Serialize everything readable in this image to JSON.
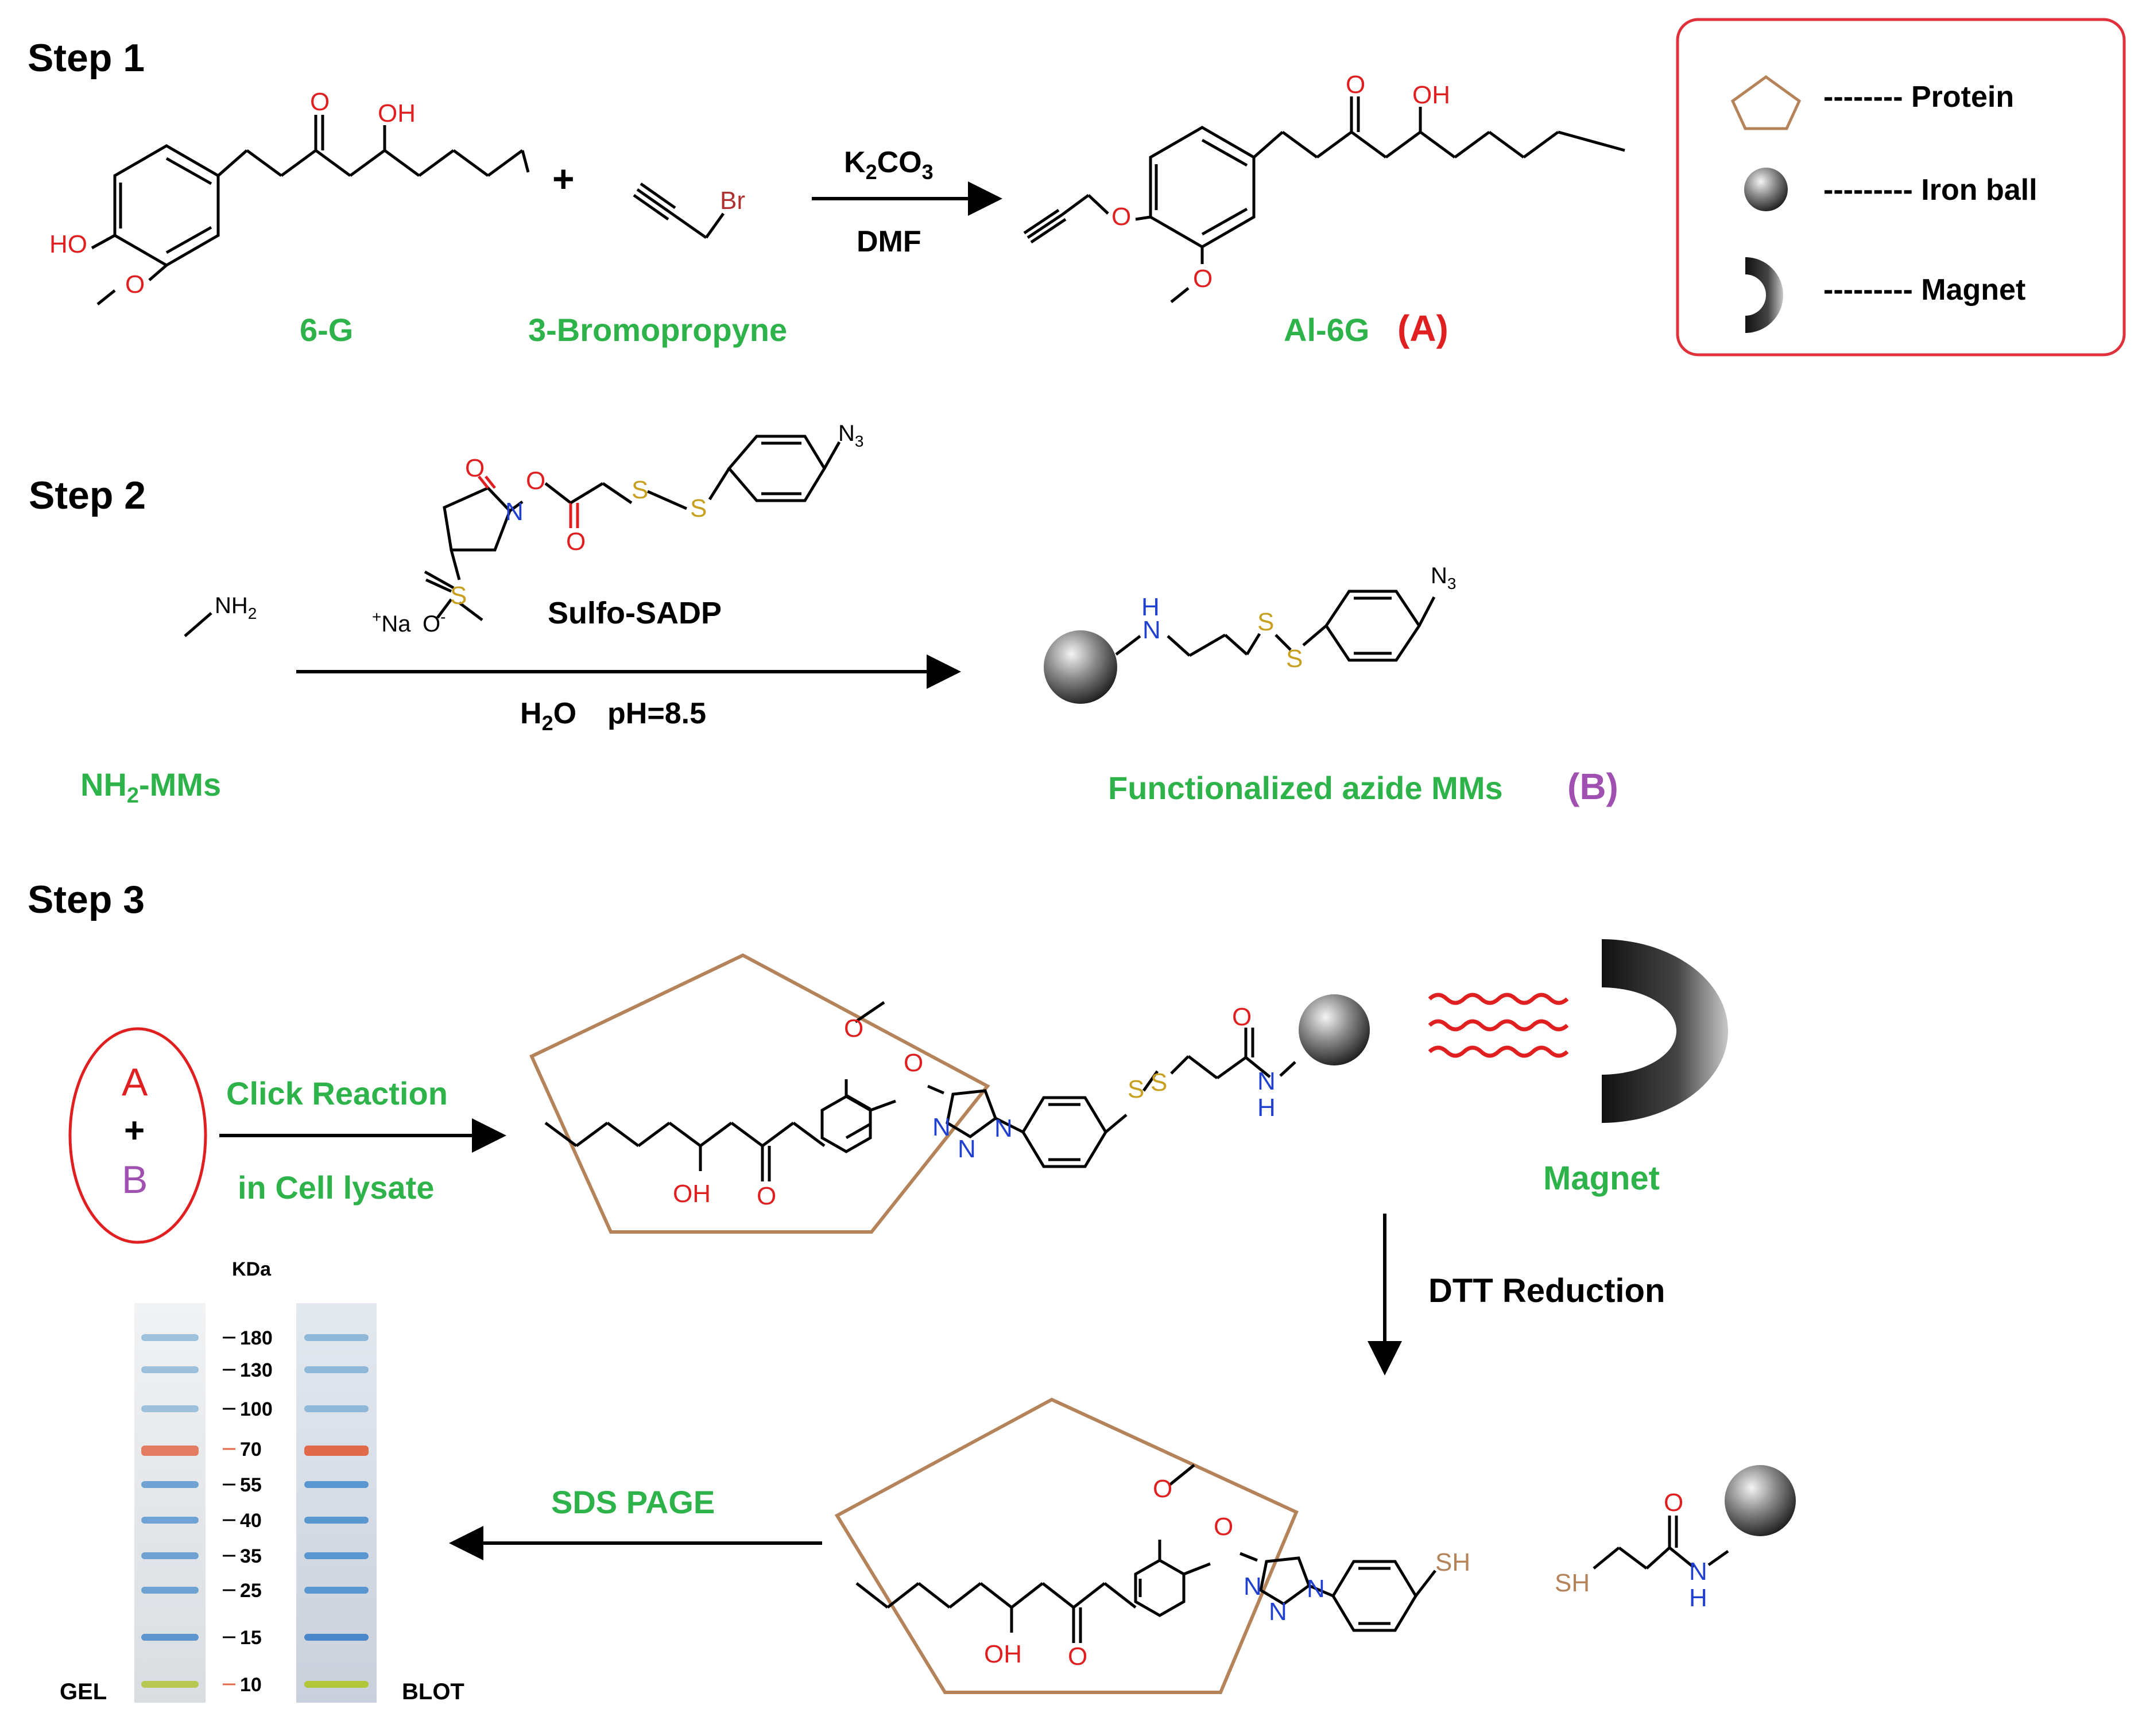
{
  "steps": {
    "step1": "Step 1",
    "step2": "Step 2",
    "step3": "Step 3"
  },
  "legend": {
    "protein": "-------- Protein",
    "iron_ball": "--------- Iron ball",
    "magnet": "--------- Magnet",
    "colors": {
      "protein": "#b5835a",
      "border": "#e0303a"
    }
  },
  "step1": {
    "reagent_top": "K",
    "reagent_top_sub1": "2",
    "reagent_top_mid": "CO",
    "reagent_top_sub2": "3",
    "solvent": "DMF",
    "plus": "+",
    "compound1": "6-G",
    "compound2": "3-Bromopropyne",
    "product": "Al-6G",
    "product_tag": "(A)"
  },
  "step2": {
    "reagent_name": "Sulfo-SADP",
    "conditions_h": "H",
    "conditions_sub": "2",
    "conditions_o": "O",
    "conditions_ph": "pH=8.5",
    "start_label_a": "NH",
    "start_label_sub": "2",
    "start_label_b": "-MMs",
    "product_label": "Functionalized azide MMs",
    "product_tag": "(B)"
  },
  "step3": {
    "reactant_a": "A",
    "reactant_plus": "+",
    "reactant_b": "B",
    "arrow1_top": "Click Reaction",
    "arrow1_bottom": "in Cell lysate",
    "magnet_label": "Magnet",
    "reduction_label": "DTT Reduction",
    "sds_label": "SDS PAGE"
  },
  "atoms": {
    "O": "O",
    "OH": "OH",
    "HO": "HO",
    "Br": "Br",
    "N": "N",
    "N3": "N",
    "N3_sub": "3",
    "S": "S",
    "H": "H",
    "SH": "SH",
    "NH2": "NH",
    "NH2_sub": "2",
    "Na": "Na",
    "Na_charge": "+",
    "O_charge": "-"
  },
  "gel": {
    "unit_label": "KDa",
    "left_label": "GEL",
    "right_label": "BLOT",
    "markers": [
      "180",
      "130",
      "100",
      "70",
      "55",
      "40",
      "35",
      "25",
      "15",
      "10"
    ],
    "band_colors": [
      "#8fb8d8",
      "#8fb8d8",
      "#8fb8d8",
      "#e06a4a",
      "#5a96cf",
      "#5a96cf",
      "#5a96cf",
      "#5a96cf",
      "#4a86c8",
      "#b2c63a"
    ]
  }
}
